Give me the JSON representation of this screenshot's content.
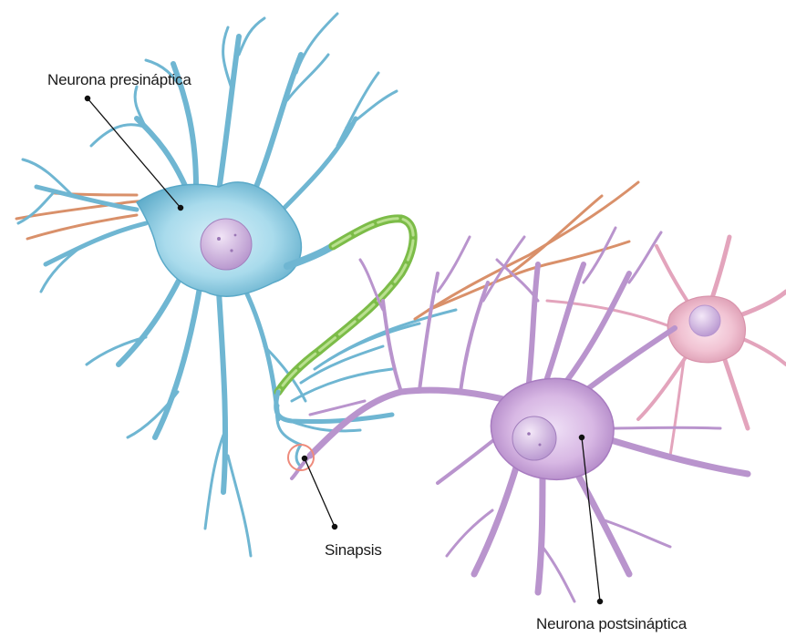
{
  "labels": {
    "presynaptic": "Neurona presináptica",
    "synapse": "Sinapsis",
    "postsynaptic": "Neurona postsináptica"
  },
  "colors": {
    "presynaptic_neuron": "#7ec3dc",
    "postsynaptic_neuron": "#c9a2d6",
    "third_neuron": "#e9b3c6",
    "myelin": "#7cbc48",
    "axon_terminals_orange": "#d9906a",
    "synapse_marker": "#ee8b7c",
    "leader_line": "#111111"
  }
}
